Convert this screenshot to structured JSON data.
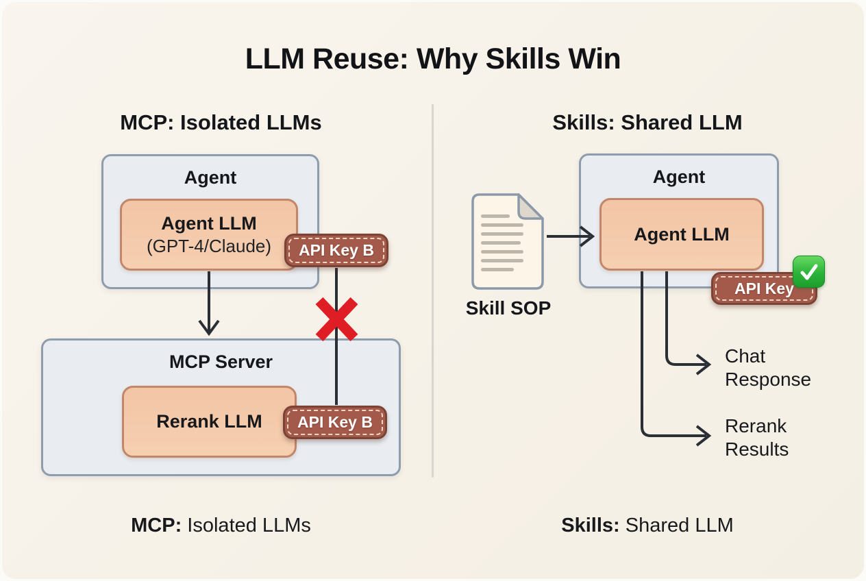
{
  "title": "LLM Reuse: Why Skills Win",
  "left_panel": {
    "heading": "MCP: Isolated LLMs",
    "agent_box": {
      "title": "Agent",
      "llm_title": "Agent LLM",
      "llm_subtitle": "(GPT-4/Claude)",
      "api_key_badge": "API Key B"
    },
    "mcp_box": {
      "title": "MCP Server",
      "llm_title": "Rerank LLM",
      "api_key_badge": "API Key B"
    },
    "caption_bold": "MCP:",
    "caption_rest": " Isolated LLMs"
  },
  "right_panel": {
    "heading": "Skills: Shared LLM",
    "doc_label": "Skill SOP",
    "agent_box": {
      "title": "Agent",
      "llm_title": "Agent LLM",
      "api_key_badge": "API Key"
    },
    "outputs": {
      "chat": {
        "line1": "Chat",
        "line2": "Response"
      },
      "rerank": {
        "line1": "Rerank",
        "line2": "Results"
      }
    },
    "caption_bold": "Skills:",
    "caption_rest": " Shared LLM"
  },
  "icons": {
    "cross": "red-cross-icon",
    "check": "green-check-icon",
    "document": "document-icon"
  },
  "colors": {
    "background": "#f6f1e7",
    "panel_fill": "#e9edf2",
    "panel_border": "#8e9cab",
    "llm_fill": "#f4caa9",
    "llm_border": "#c2866a",
    "badge_fill": "#a45a4b",
    "badge_border": "#7b4336",
    "badge_text": "#ffffff",
    "cross_red": "#df1d24",
    "check_green": "#2cb33a",
    "connector": "#2a2e35",
    "divider": "#d8d5ce"
  }
}
